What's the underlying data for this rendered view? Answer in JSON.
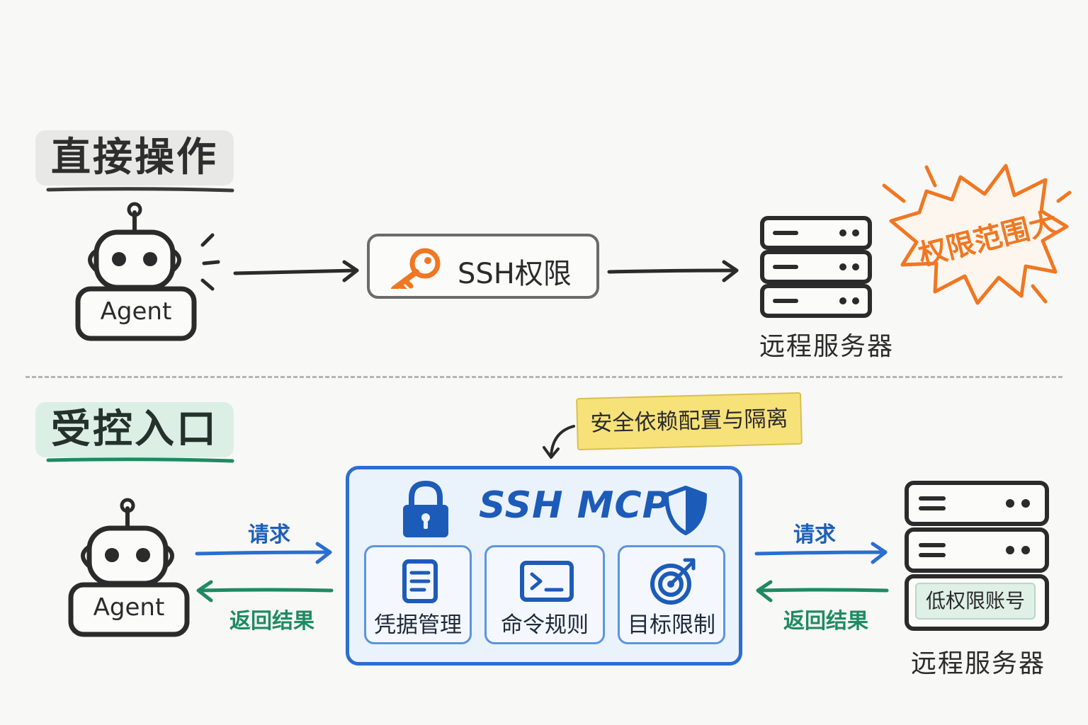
{
  "top_section": {
    "title": "直接操作",
    "agent_label": "Agent",
    "gateway_label": "SSH权限",
    "server_label": "远程服务器",
    "risk_badge": "权限范围大"
  },
  "bottom_section": {
    "title": "受控入口",
    "agent_label": "Agent",
    "note": "安全依赖配置与隔离",
    "mcp_title": "SSH MCP",
    "modules": [
      {
        "label": "凭据管理",
        "icon": "document-icon"
      },
      {
        "label": "命令规则",
        "icon": "terminal-icon"
      },
      {
        "label": "目标限制",
        "icon": "target-icon"
      }
    ],
    "request_label_left": "请求",
    "response_label_left": "返回结果",
    "request_label_right": "请求",
    "response_label_right": "返回结果",
    "server_label": "远程服务器",
    "account_label": "低权限账号"
  },
  "colors": {
    "accent_blue": "#2b6ed1",
    "accent_green": "#1f8a62",
    "accent_orange": "#f07722",
    "note_yellow": "#f7e27a",
    "ink": "#2b2b2b"
  }
}
